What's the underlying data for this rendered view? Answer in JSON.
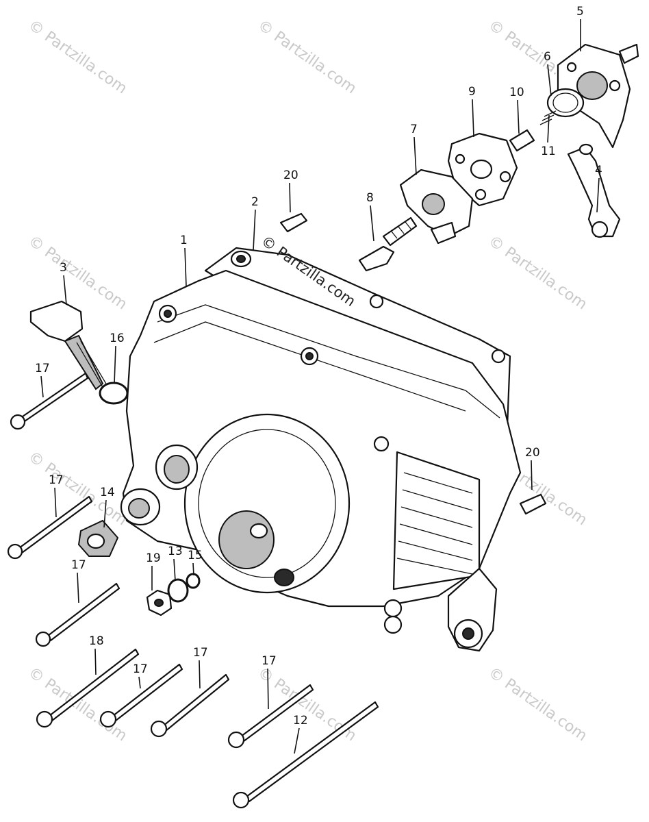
{
  "watermark": {
    "text": "© Partzilla.com",
    "center_text": "© Partzilla.com"
  },
  "callouts": [
    {
      "label": "1"
    },
    {
      "label": "2"
    },
    {
      "label": "3"
    },
    {
      "label": "4"
    },
    {
      "label": "5"
    },
    {
      "label": "6"
    },
    {
      "label": "7"
    },
    {
      "label": "8"
    },
    {
      "label": "9"
    },
    {
      "label": "10"
    },
    {
      "label": "11"
    },
    {
      "label": "12"
    },
    {
      "label": "13"
    },
    {
      "label": "14"
    },
    {
      "label": "15"
    },
    {
      "label": "16"
    },
    {
      "label": "17"
    },
    {
      "label": "17"
    },
    {
      "label": "17"
    },
    {
      "label": "17"
    },
    {
      "label": "17"
    },
    {
      "label": "17"
    },
    {
      "label": "18"
    },
    {
      "label": "19"
    },
    {
      "label": "20"
    },
    {
      "label": "20"
    }
  ],
  "colors": {
    "ink": "#111111",
    "watermark": "#c9c9c9",
    "background": "#ffffff"
  }
}
